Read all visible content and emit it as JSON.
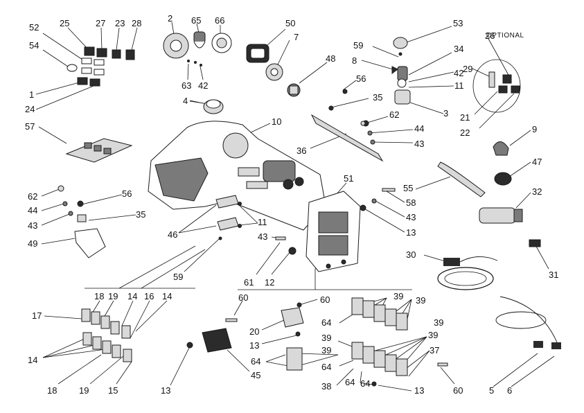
{
  "optional_label": "OPTIONAL",
  "callouts": [
    {
      "id": "c-2-top",
      "text": "2"
    },
    {
      "id": "c-65",
      "text": "65"
    },
    {
      "id": "c-66",
      "text": "66"
    },
    {
      "id": "c-50",
      "text": "50"
    },
    {
      "id": "c-7",
      "text": "7"
    },
    {
      "id": "c-48",
      "text": "48"
    },
    {
      "id": "c-53",
      "text": "53"
    },
    {
      "id": "c-26",
      "text": "26"
    },
    {
      "id": "c-59-top",
      "text": "59"
    },
    {
      "id": "c-34",
      "text": "34"
    },
    {
      "id": "c-8",
      "text": "8"
    },
    {
      "id": "c-29",
      "text": "29"
    },
    {
      "id": "c-42-right",
      "text": "42"
    },
    {
      "id": "c-11-right",
      "text": "11"
    },
    {
      "id": "c-3",
      "text": "3"
    },
    {
      "id": "c-21",
      "text": "21"
    },
    {
      "id": "c-22",
      "text": "22"
    },
    {
      "id": "c-52",
      "text": "52"
    },
    {
      "id": "c-25",
      "text": "25"
    },
    {
      "id": "c-27",
      "text": "27"
    },
    {
      "id": "c-23",
      "text": "23"
    },
    {
      "id": "c-28",
      "text": "28"
    },
    {
      "id": "c-54",
      "text": "54"
    },
    {
      "id": "c-1",
      "text": "1"
    },
    {
      "id": "c-24",
      "text": "24"
    },
    {
      "id": "c-63",
      "text": "63"
    },
    {
      "id": "c-42-mid",
      "text": "42"
    },
    {
      "id": "c-4",
      "text": "4"
    },
    {
      "id": "c-56-top",
      "text": "56"
    },
    {
      "id": "c-35-top",
      "text": "35"
    },
    {
      "id": "c-62-mid",
      "text": "62"
    },
    {
      "id": "c-44-mid",
      "text": "44"
    },
    {
      "id": "c-43-mid",
      "text": "43"
    },
    {
      "id": "c-36",
      "text": "36"
    },
    {
      "id": "c-10",
      "text": "10"
    },
    {
      "id": "c-57",
      "text": "57"
    },
    {
      "id": "c-9",
      "text": "9"
    },
    {
      "id": "c-47",
      "text": "47"
    },
    {
      "id": "c-62-left",
      "text": "62"
    },
    {
      "id": "c-56-left",
      "text": "56"
    },
    {
      "id": "c-44-left",
      "text": "44"
    },
    {
      "id": "c-43-left",
      "text": "43"
    },
    {
      "id": "c-35-left",
      "text": "35"
    },
    {
      "id": "c-49",
      "text": "49"
    },
    {
      "id": "c-46",
      "text": "46"
    },
    {
      "id": "c-11-mid",
      "text": "11"
    },
    {
      "id": "c-51",
      "text": "51"
    },
    {
      "id": "c-58",
      "text": "58"
    },
    {
      "id": "c-43-box",
      "text": "43"
    },
    {
      "id": "c-13-box",
      "text": "13"
    },
    {
      "id": "c-55",
      "text": "55"
    },
    {
      "id": "c-32",
      "text": "32"
    },
    {
      "id": "c-43-low",
      "text": "43"
    },
    {
      "id": "c-59-low",
      "text": "59"
    },
    {
      "id": "c-61",
      "text": "61"
    },
    {
      "id": "c-12",
      "text": "12"
    },
    {
      "id": "c-30",
      "text": "30"
    },
    {
      "id": "c-31",
      "text": "31"
    },
    {
      "id": "c-18-top",
      "text": "18"
    },
    {
      "id": "c-19-top",
      "text": "19"
    },
    {
      "id": "c-14-a",
      "text": "14"
    },
    {
      "id": "c-16",
      "text": "16"
    },
    {
      "id": "c-14-b",
      "text": "14"
    },
    {
      "id": "c-17",
      "text": "17"
    },
    {
      "id": "c-14-left",
      "text": "14"
    },
    {
      "id": "c-18-bot",
      "text": "18"
    },
    {
      "id": "c-19-bot",
      "text": "19"
    },
    {
      "id": "c-15",
      "text": "15"
    },
    {
      "id": "c-60-a",
      "text": "60"
    },
    {
      "id": "c-60-b",
      "text": "60"
    },
    {
      "id": "c-20",
      "text": "20"
    },
    {
      "id": "c-13-mid",
      "text": "13"
    },
    {
      "id": "c-64-a",
      "text": "64"
    },
    {
      "id": "c-39-a",
      "text": "39"
    },
    {
      "id": "c-39-b",
      "text": "39"
    },
    {
      "id": "c-64-b",
      "text": "64"
    },
    {
      "id": "c-39-c",
      "text": "39"
    },
    {
      "id": "c-39-d",
      "text": "39"
    },
    {
      "id": "c-39-e",
      "text": "39"
    },
    {
      "id": "c-37",
      "text": "37"
    },
    {
      "id": "c-64-c",
      "text": "64"
    },
    {
      "id": "c-39-f",
      "text": "39"
    },
    {
      "id": "c-64-d",
      "text": "64"
    },
    {
      "id": "c-38",
      "text": "38"
    },
    {
      "id": "c-64-e",
      "text": "64"
    },
    {
      "id": "c-13-bot",
      "text": "13"
    },
    {
      "id": "c-60-c",
      "text": "60"
    },
    {
      "id": "c-13-left",
      "text": "13"
    },
    {
      "id": "c-45",
      "text": "45"
    },
    {
      "id": "c-5",
      "text": "5"
    },
    {
      "id": "c-6",
      "text": "6"
    }
  ]
}
